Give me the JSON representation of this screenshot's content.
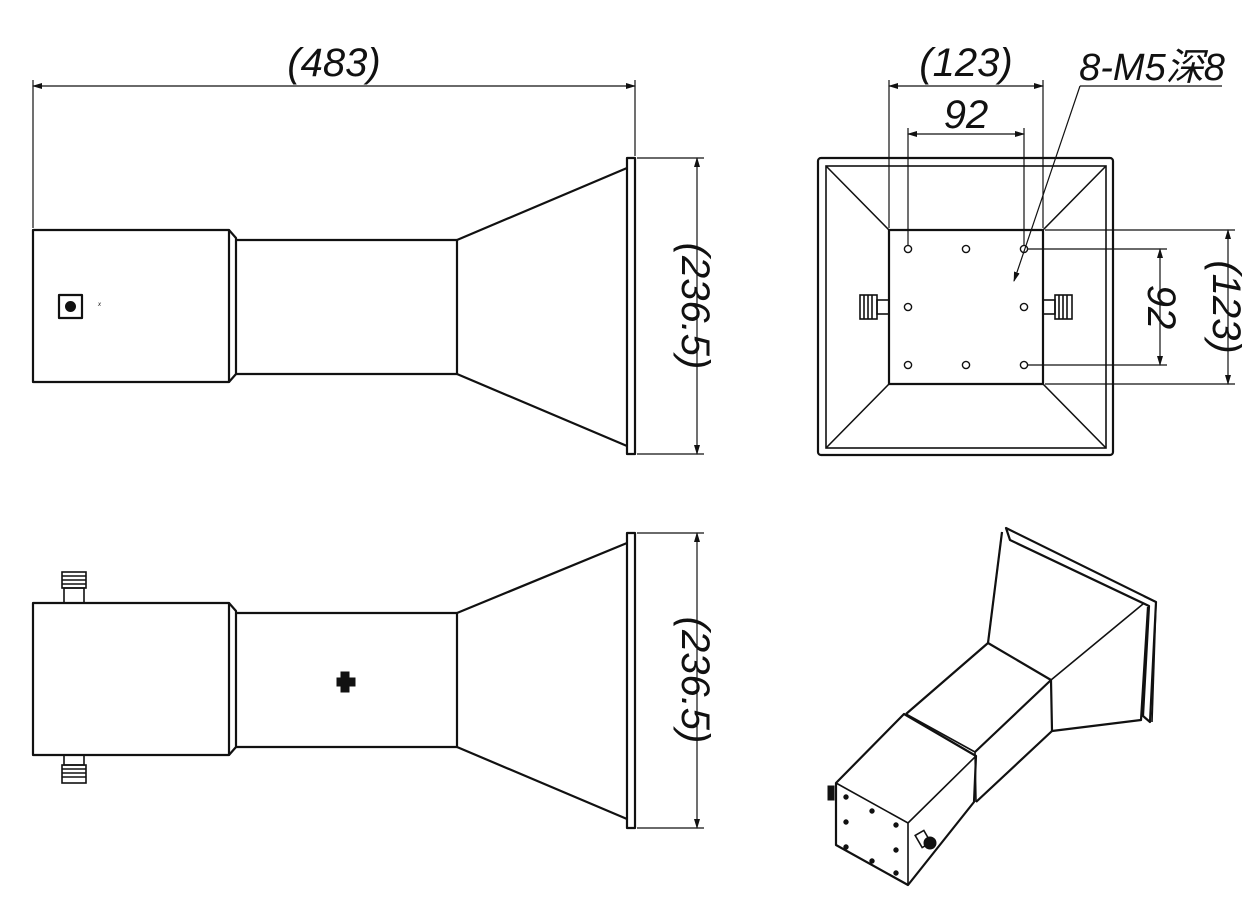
{
  "drawing": {
    "front_view": {
      "overall_length": "(483)",
      "aperture_height": "(236.5)"
    },
    "end_view": {
      "flange_width": "(123)",
      "hole_spacing_horizontal": "92",
      "hole_spacing_vertical": "92",
      "flange_height": "(123)",
      "hole_callout": "8-M5深8"
    },
    "bottom_view": {
      "aperture_height": "(236.5)"
    }
  }
}
